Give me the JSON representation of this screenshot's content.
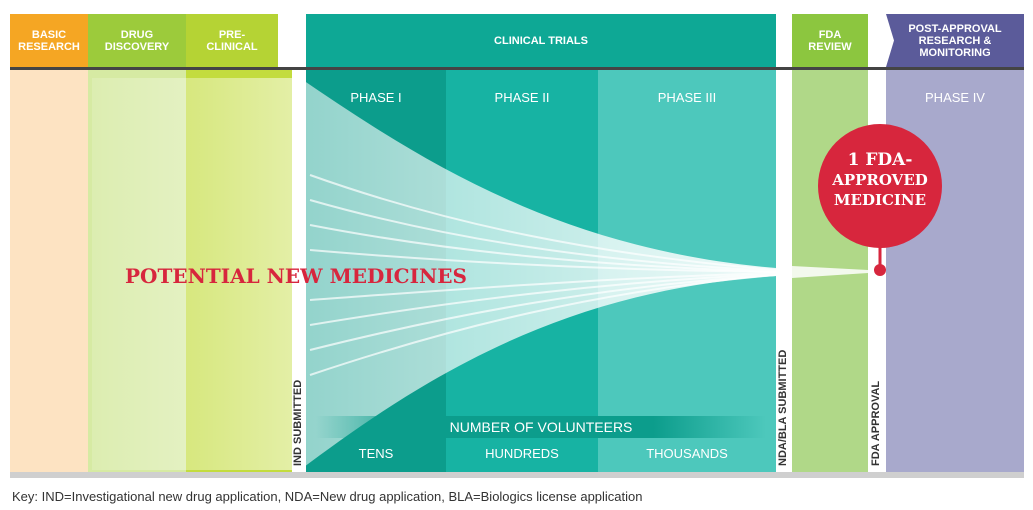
{
  "header": {
    "basic_research": "BASIC\nRESEARCH",
    "drug_discovery": "DRUG\nDISCOVERY",
    "preclinical": "PRE-\nCLINICAL",
    "clinical_trials": "CLINICAL TRIALS",
    "fda_review": "FDA\nREVIEW",
    "post_approval": "POST-APPROVAL\nRESEARCH &\nMONITORING"
  },
  "phases": {
    "phase1": "PHASE I",
    "phase2": "PHASE II",
    "phase3": "PHASE III",
    "phase4": "PHASE IV"
  },
  "milestones": {
    "ind": "IND SUBMITTED",
    "nda": "NDA/BLA SUBMITTED",
    "fda_approval": "FDA APPROVAL"
  },
  "funnel_label": "POTENTIAL NEW MEDICINES",
  "approved": {
    "line1": "1 FDA-",
    "line2": "APPROVED",
    "line3": "MEDICINE"
  },
  "volunteers": {
    "title": "NUMBER OF VOLUNTEERS",
    "tens": "TENS",
    "hundreds": "HUNDREDS",
    "thousands": "THOUSANDS"
  },
  "key_text": "Key: IND=Investigational new drug application, NDA=New drug application, BLA=Biologics license application",
  "colors": {
    "basic": "#f5a623",
    "discovery": "#9ccb3b",
    "preclinical": "#b5d334",
    "clinical": "#0ea895",
    "fda_review": "#8cc63f",
    "post_approval": "#5b5b9a",
    "red": "#d7263d",
    "dark_line": "#444444"
  }
}
